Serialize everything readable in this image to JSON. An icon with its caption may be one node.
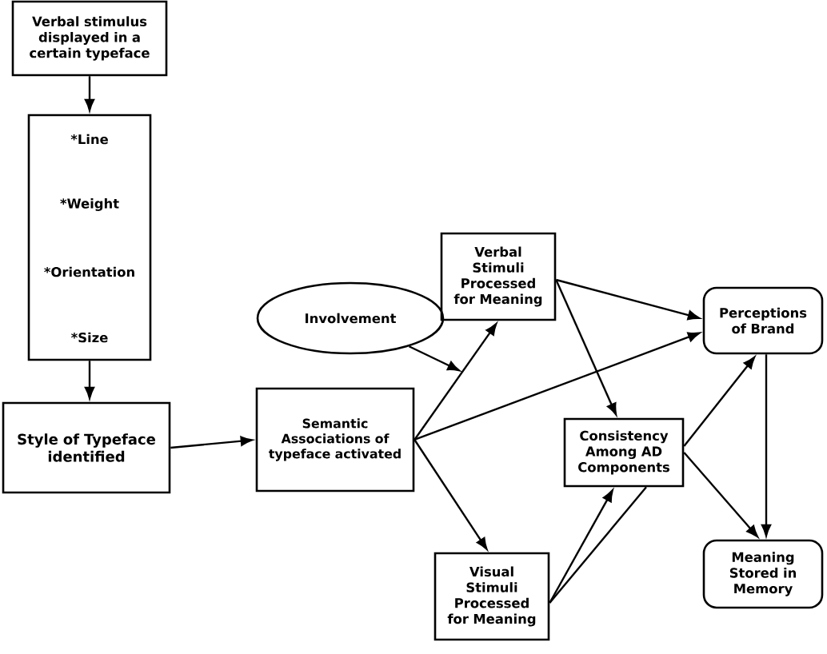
{
  "diagram": {
    "nodes": [
      {
        "text": [
          "Verbal stimulus displayed in a certain typeface"
        ]
      },
      {
        "text": [
          "*Line",
          "*Weight",
          "*Orientation",
          "*Size"
        ]
      },
      {
        "text": [
          "Style of Typeface identified"
        ]
      },
      {
        "text": [
          "Semantic Associations of typeface activated"
        ]
      },
      {
        "text": [
          "Involvement"
        ]
      },
      {
        "text": [
          "Verbal Stimuli Processed for Meaning"
        ]
      },
      {
        "text": [
          "Visual Stimuli Processed for Meaning"
        ]
      },
      {
        "text": [
          "Consistency Among AD Components"
        ]
      },
      {
        "text": [
          "Perceptions of Brand"
        ]
      },
      {
        "text": [
          "Meaning Stored in Memory"
        ]
      }
    ],
    "edges": [
      {
        "from": 0,
        "to": 1,
        "arrow": "to"
      },
      {
        "from": 1,
        "to": 2,
        "arrow": "to"
      },
      {
        "from": 2,
        "to": 3,
        "arrow": "to"
      },
      {
        "from": 4,
        "to": null,
        "arrow": "to"
      },
      {
        "from": 3,
        "to": 5,
        "arrow": "to"
      },
      {
        "from": 3,
        "to": 8,
        "arrow": "to"
      },
      {
        "from": 3,
        "to": 6,
        "arrow": "to"
      },
      {
        "from": 5,
        "to": 8,
        "arrow": "to"
      },
      {
        "from": 5,
        "to": 7,
        "arrow": "to"
      },
      {
        "from": 6,
        "to": 7,
        "arrow": "to"
      },
      {
        "from": 7,
        "to": 6,
        "arrow": "none"
      },
      {
        "from": 7,
        "to": 8,
        "arrow": "to"
      },
      {
        "from": 7,
        "to": 9,
        "arrow": "to"
      },
      {
        "from": 8,
        "to": 9,
        "arrow": "to"
      }
    ]
  }
}
